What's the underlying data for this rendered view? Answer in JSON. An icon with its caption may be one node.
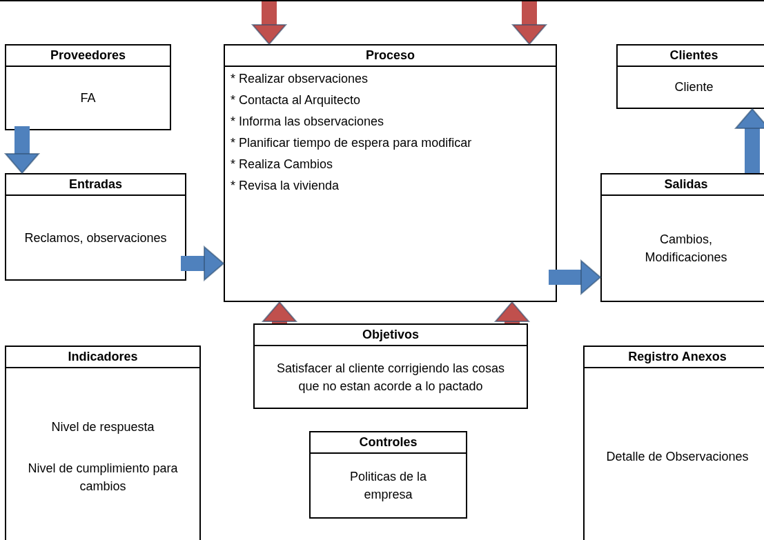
{
  "diagram": {
    "nodes": [
      {
        "text": [],
        "shape": "box"
      },
      {
        "text": [],
        "shape": "box"
      },
      {
        "text": [],
        "shape": "box"
      },
      {
        "text": [
          "Proveedores",
          "FA"
        ]
      },
      {
        "text": [
          "Proceso",
          "* Realizar observaciones",
          "* Contacta al Arquitecto",
          "* Informa las observaciones",
          "* Planificar tiempo de espera para modificar",
          "* Realiza Cambios",
          "* Revisa la vivienda"
        ]
      },
      {
        "text": [
          "Clientes",
          "Cliente"
        ]
      },
      {
        "text": [
          "Entradas",
          "Reclamos, observaciones"
        ]
      },
      {
        "text": [
          "Salidas",
          "Cambios, Modificaciones"
        ]
      },
      {
        "text": [
          "Objetivos",
          "Satisfacer al cliente corrigiendo las cosas que no estan acorde a lo pactado"
        ]
      },
      {
        "text": [
          "Indicadores",
          "Nivel de respuesta",
          "Nivel de cumplimiento para cambios"
        ]
      },
      {
        "text": [
          "Registro Anexos",
          "Detalle de Observaciones"
        ]
      },
      {
        "text": [
          "Controles",
          "Politicas de la empresa"
        ]
      }
    ],
    "edges": [
      {
        "from": 1,
        "to": 4,
        "arrow": "to",
        "color": "#c0504d"
      },
      {
        "from": 2,
        "to": 4,
        "arrow": "to",
        "color": "#c0504d"
      },
      {
        "from": 3,
        "to": 6,
        "arrow": "to",
        "color": "#4f81bd"
      },
      {
        "from": 6,
        "to": 4,
        "arrow": "to",
        "color": "#4f81bd"
      },
      {
        "from": 4,
        "to": 7,
        "arrow": "to",
        "color": "#4f81bd"
      },
      {
        "from": 7,
        "to": 5,
        "arrow": "to",
        "color": "#4f81bd"
      },
      {
        "from": 8,
        "to": 4,
        "arrow": "to",
        "color": "#c0504d"
      },
      {
        "from": 8,
        "to": 4,
        "arrow": "to",
        "color": "#c0504d"
      }
    ]
  }
}
